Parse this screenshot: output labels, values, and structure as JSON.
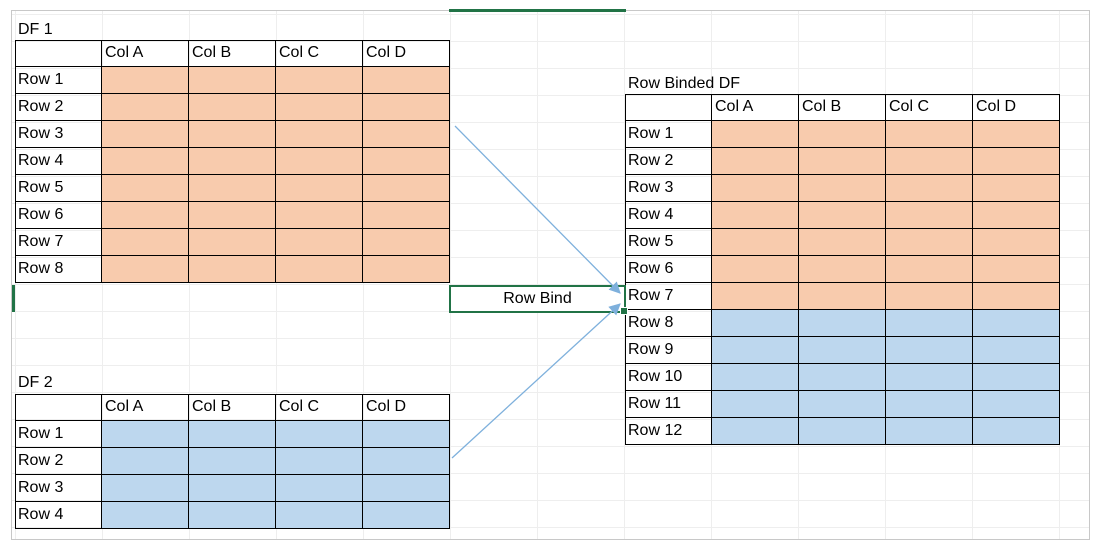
{
  "df1": {
    "title": "DF 1",
    "columns": [
      "Col A",
      "Col B",
      "Col C",
      "Col D"
    ],
    "rows": [
      "Row 1",
      "Row 2",
      "Row 3",
      "Row 4",
      "Row 5",
      "Row 6",
      "Row 7",
      "Row 8"
    ],
    "fill": "#f8cbad"
  },
  "df2": {
    "title": "DF 2",
    "columns": [
      "Col A",
      "Col B",
      "Col C",
      "Col D"
    ],
    "rows": [
      "Row 1",
      "Row 2",
      "Row 3",
      "Row 4"
    ],
    "fill": "#bdd7ee"
  },
  "result": {
    "title": "Row Binded DF",
    "columns": [
      "Col A",
      "Col B",
      "Col C",
      "Col D"
    ],
    "rows": [
      "Row 1",
      "Row 2",
      "Row 3",
      "Row 4",
      "Row 5",
      "Row 6",
      "Row 7",
      "Row 8",
      "Row 9",
      "Row 10",
      "Row 11",
      "Row 12"
    ],
    "fill_first": "#f8cbad",
    "fill_rest": "#bdd7ee",
    "first_block_rows": 7
  },
  "operation": {
    "label": "Row Bind"
  },
  "colors": {
    "accent": "#217346",
    "arrow": "#7eb0dc"
  }
}
